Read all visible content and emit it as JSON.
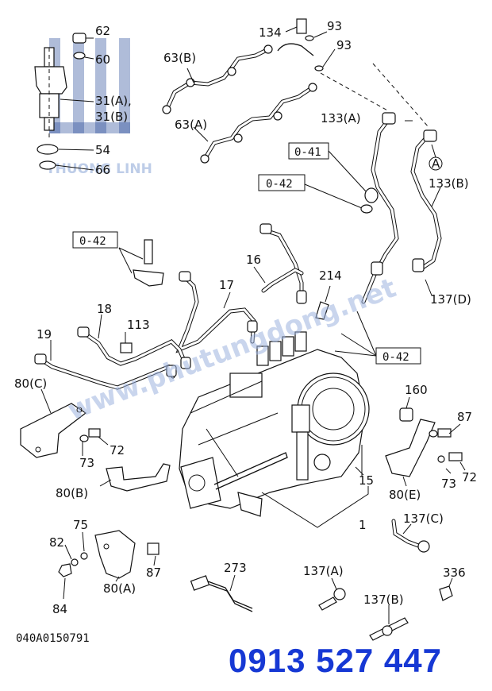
{
  "document_code": "040A0150791",
  "phone": "0913 527 447",
  "watermark": {
    "url": "www.phutungdong.net",
    "logo_text": "THUONG LINH"
  },
  "boxed_labels": [
    "0-41",
    "0-42",
    "0-42",
    "0-42"
  ],
  "callouts": {
    "p62": "62",
    "p60": "60",
    "p31": "31(A),",
    "p31b": "31(B)",
    "p54": "54",
    "p66": "66",
    "p134": "134",
    "p93a": "93",
    "p93b": "93",
    "p63b": "63(B)",
    "p63a": "63(A)",
    "p133a": "133(A)",
    "pA": "A",
    "p133b": "133(B)",
    "p16": "16",
    "p214": "214",
    "p17": "17",
    "p18": "18",
    "p113": "113",
    "p19": "19",
    "p137d": "137(D)",
    "p80c": "80(C)",
    "p72a": "72",
    "p73a": "73",
    "p80b": "80(B)",
    "p160": "160",
    "p87a": "87",
    "p80e": "80(E)",
    "p73b": "73",
    "p72b": "72",
    "p15": "15",
    "p1": "1",
    "p137c": "137(C)",
    "p75": "75",
    "p82": "82",
    "p87b": "87",
    "p80a": "80(A)",
    "p84": "84",
    "p273": "273",
    "p137a": "137(A)",
    "p336": "336",
    "p137b": "137(B)"
  },
  "colors": {
    "line": "#111111",
    "phone": "#1638d4",
    "watermark": "#9db3df"
  }
}
